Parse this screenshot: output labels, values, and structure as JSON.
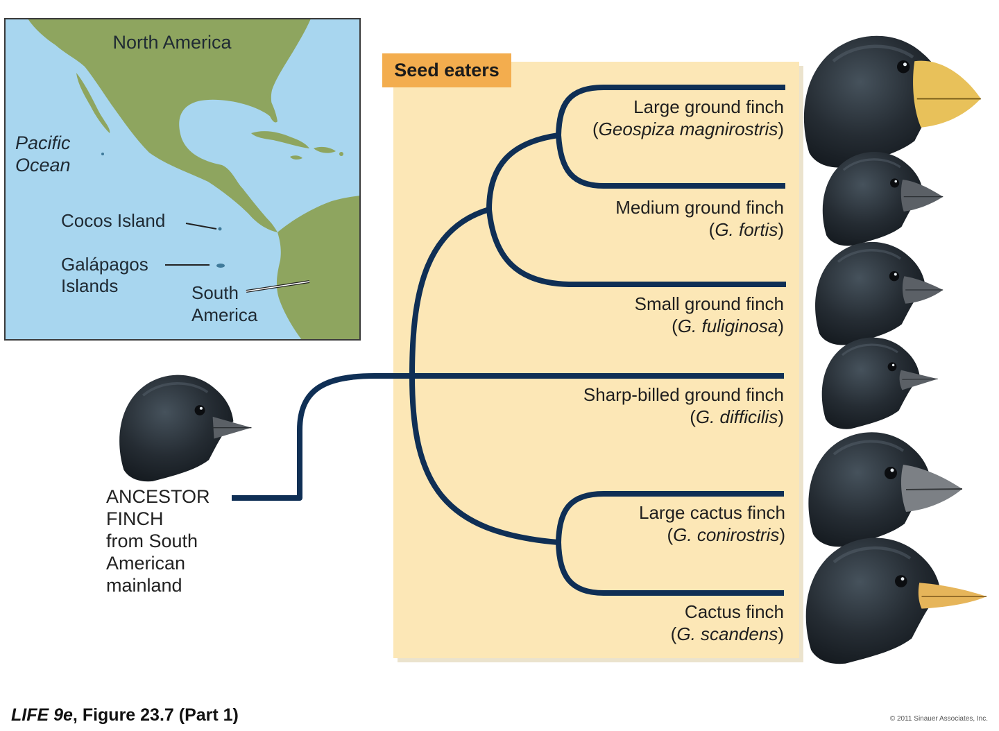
{
  "map": {
    "labels": {
      "north_america": "North America",
      "pacific_ocean_line1": "Pacific",
      "pacific_ocean_line2": "Ocean",
      "cocos_island": "Cocos Island",
      "galapagos_line1": "Galápagos",
      "galapagos_line2": "Islands",
      "south_america_line1": "South",
      "south_america_line2": "America"
    },
    "colors": {
      "ocean": "#a8d6ef",
      "land": "#8ea55f",
      "border": "#3a3a3a"
    }
  },
  "panel": {
    "title": "Seed eaters",
    "colors": {
      "background": "#fce7b6",
      "title_bg": "#f3ad4e"
    }
  },
  "tree": {
    "branch_color": "#0f2f55",
    "species": [
      {
        "common": "Large ground finch",
        "open": "(",
        "scientific": "Geospiza magnirostris",
        "close": ")",
        "beak_color": "#e8c15a"
      },
      {
        "common": "Medium ground finch",
        "open": "(",
        "scientific": "G. fortis",
        "close": ")",
        "beak_color": "#5b6066"
      },
      {
        "common": "Small ground finch",
        "open": "(",
        "scientific": "G. fuliginosa",
        "close": ")",
        "beak_color": "#5b6066"
      },
      {
        "common": "Sharp-billed ground finch",
        "open": "(",
        "scientific": "G. difficilis",
        "close": ")",
        "beak_color": "#5b6066"
      },
      {
        "common": "Large cactus finch",
        "open": "(",
        "scientific": "G. conirostris",
        "close": ")",
        "beak_color": "#7c8085"
      },
      {
        "common": "Cactus finch",
        "open": "(",
        "scientific": "G. scandens",
        "close": ")",
        "beak_color": "#e6b55a"
      }
    ]
  },
  "ancestor": {
    "lines": [
      "ANCESTOR",
      "FINCH",
      "from South",
      "American",
      "mainland"
    ]
  },
  "caption": {
    "book": "LIFE 9e",
    "rest": ", Figure 23.7 (Part 1)",
    "copyright": "© 2011 Sinauer Associates, Inc."
  }
}
